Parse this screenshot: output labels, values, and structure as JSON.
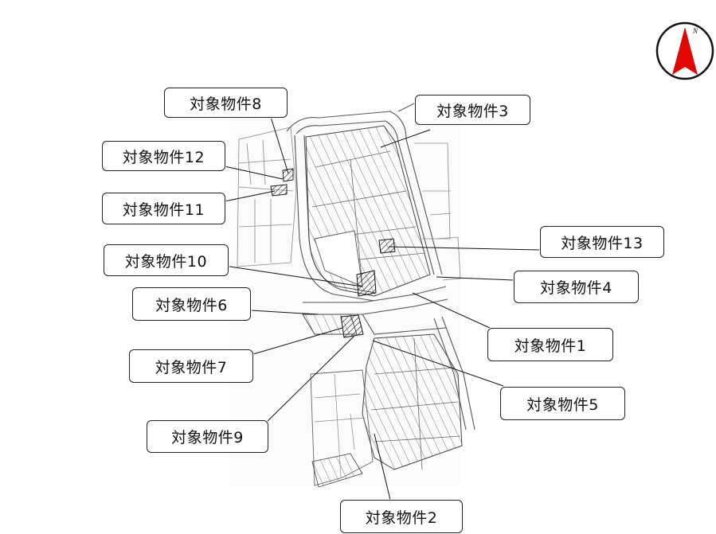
{
  "compass": {
    "letter": "N",
    "color": "#e10600"
  },
  "labels": {
    "l1": "対象物件1",
    "l2": "対象物件2",
    "l3": "対象物件3",
    "l4": "対象物件4",
    "l5": "対象物件5",
    "l6": "対象物件6",
    "l7": "対象物件7",
    "l8": "対象物件8",
    "l9": "対象物件9",
    "l10": "対象物件10",
    "l11": "対象物件11",
    "l12": "対象物件12",
    "l13": "対象物件13"
  }
}
